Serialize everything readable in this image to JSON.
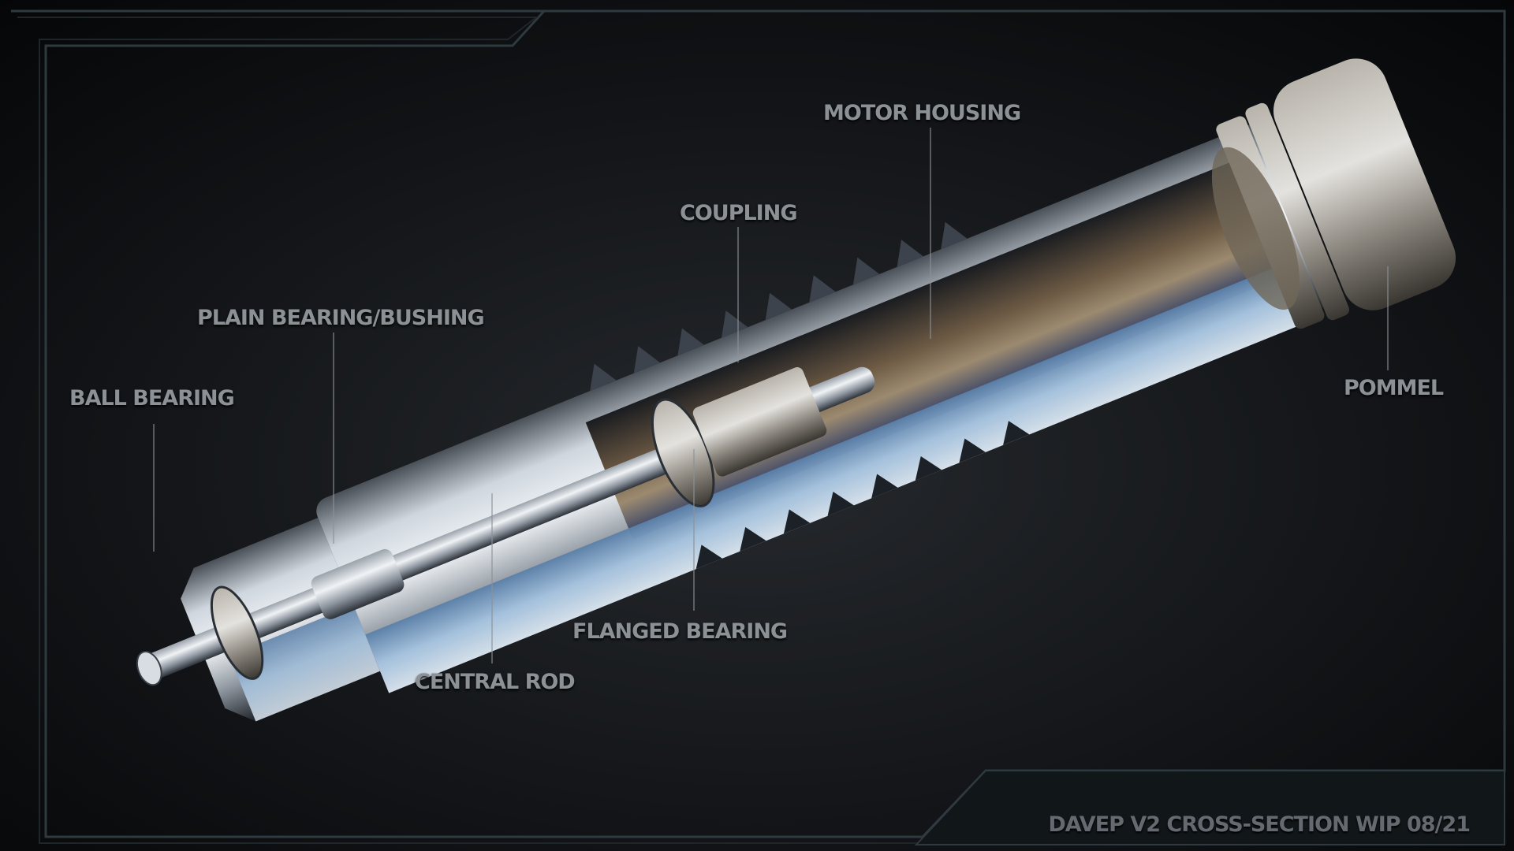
{
  "labels": {
    "motor_housing": "MOTOR  HOUSING",
    "coupling": "COUPLING",
    "plain_bearing": "PLAIN BEARING/BUSHING",
    "ball_bearing": "BALL BEARING",
    "pommel": "POMMEL",
    "flanged_bearing": "FLANGED BEARING",
    "central_rod": "CENTRAL ROD"
  },
  "caption": "DAVEP V2 CROSS-SECTION WIP 08/21",
  "colors": {
    "background": "#0c0d0f",
    "frame": "#2e3a40",
    "label": "#8c9196",
    "metal_highlight": "#e6ecf2",
    "metal_shadow": "#2a3038",
    "cut_face_blue": "#7fa8d0"
  }
}
